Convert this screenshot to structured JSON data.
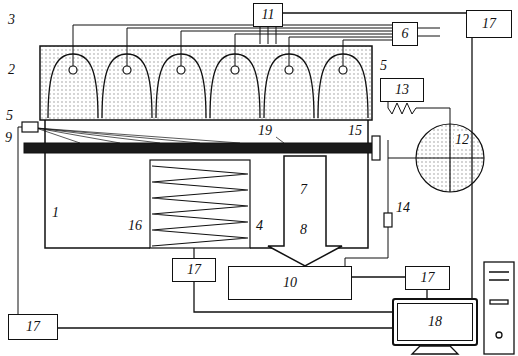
{
  "diagram": {
    "nodes": [
      {
        "text": [
          "11"
        ]
      },
      {
        "text": [
          "6"
        ]
      },
      {
        "text": [
          "17"
        ]
      },
      {
        "text": [
          "13"
        ]
      },
      {
        "text": [
          "17"
        ]
      },
      {
        "text": [
          "10"
        ]
      },
      {
        "text": [
          "17"
        ]
      },
      {
        "text": [
          "18"
        ]
      },
      {
        "text": [
          "17"
        ]
      }
    ],
    "edges": [
      {
        "from": 0,
        "to": 2,
        "arrow": "none"
      },
      {
        "from": 2,
        "to": 7,
        "arrow": "none"
      },
      {
        "from": 5,
        "to": 6,
        "arrow": "none"
      },
      {
        "from": 6,
        "to": 7,
        "arrow": "none"
      },
      {
        "from": 4,
        "to": 7,
        "arrow": "none"
      },
      {
        "from": 8,
        "to": 7,
        "arrow": "none"
      }
    ],
    "labels": [
      "3",
      "2",
      "5",
      "5",
      "9",
      "1",
      "4",
      "7",
      "8",
      "15",
      "19",
      "16",
      "12",
      "14"
    ]
  }
}
